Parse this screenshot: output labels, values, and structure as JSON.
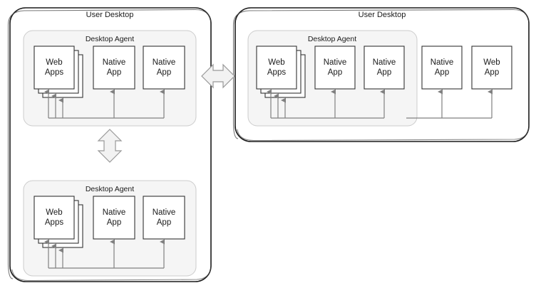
{
  "diagram": {
    "title_text": "User Desktop",
    "agent_text": "Desktop Agent",
    "colors": {
      "outer_border": "#1a1a1a",
      "agent_fill": "#f5f5f5",
      "agent_border": "#cccccc",
      "app_border": "#333333",
      "app_fill": "#ffffff",
      "arrow_stroke": "#808080",
      "connector_fill": "#f2f2f2",
      "connector_stroke": "#999999",
      "text": "#1a1a1a",
      "background": "#ffffff"
    },
    "panels": [
      {
        "id": "left-user-desktop",
        "title": "User Desktop",
        "agents": [
          {
            "id": "left-top-agent",
            "title": "Desktop Agent",
            "apps": [
              {
                "id": "web-apps-stack",
                "label_line1": "Web",
                "label_line2": "Apps",
                "stacked": true,
                "stack_count": 3
              },
              {
                "id": "native-app-1",
                "label_line1": "Native",
                "label_line2": "App",
                "stacked": false,
                "stack_count": 1
              },
              {
                "id": "native-app-2",
                "label_line1": "Native",
                "label_line2": "App",
                "stacked": false,
                "stack_count": 1
              }
            ]
          },
          {
            "id": "left-bottom-agent",
            "title": "Desktop Agent",
            "apps": [
              {
                "id": "web-apps-stack",
                "label_line1": "Web",
                "label_line2": "Apps",
                "stacked": true,
                "stack_count": 3
              },
              {
                "id": "native-app-1",
                "label_line1": "Native",
                "label_line2": "App",
                "stacked": false,
                "stack_count": 1
              },
              {
                "id": "native-app-2",
                "label_line1": "Native",
                "label_line2": "App",
                "stacked": false,
                "stack_count": 1
              }
            ]
          }
        ],
        "external_apps": []
      },
      {
        "id": "right-user-desktop",
        "title": "User Desktop",
        "agents": [
          {
            "id": "right-agent",
            "title": "Desktop Agent",
            "apps": [
              {
                "id": "web-apps-stack",
                "label_line1": "Web",
                "label_line2": "Apps",
                "stacked": true,
                "stack_count": 3
              },
              {
                "id": "native-app-1",
                "label_line1": "Native",
                "label_line2": "App",
                "stacked": false,
                "stack_count": 1
              },
              {
                "id": "native-app-2",
                "label_line1": "Native",
                "label_line2": "App",
                "stacked": false,
                "stack_count": 1
              }
            ]
          }
        ],
        "external_apps": [
          {
            "id": "external-native-app",
            "label_line1": "Native",
            "label_line2": "App"
          },
          {
            "id": "external-web-app",
            "label_line1": "Web",
            "label_line2": "App"
          }
        ]
      }
    ],
    "connectors": [
      {
        "id": "horizontal-bidirectional-connector",
        "orientation": "horizontal",
        "from": "left-user-desktop",
        "to": "right-user-desktop"
      },
      {
        "id": "vertical-bidirectional-connector",
        "orientation": "vertical",
        "from": "left-top-agent",
        "to": "left-bottom-agent"
      }
    ]
  },
  "labels": {
    "left_panel_title": "User Desktop",
    "right_panel_title": "User Desktop",
    "left_top_agent_title": "Desktop Agent",
    "left_bottom_agent_title": "Desktop Agent",
    "right_agent_title": "Desktop Agent",
    "lt_app0_l1": "Web",
    "lt_app0_l2": "Apps",
    "lt_app1_l1": "Native",
    "lt_app1_l2": "App",
    "lt_app2_l1": "Native",
    "lt_app2_l2": "App",
    "lb_app0_l1": "Web",
    "lb_app0_l2": "Apps",
    "lb_app1_l1": "Native",
    "lb_app1_l2": "App",
    "lb_app2_l1": "Native",
    "lb_app2_l2": "App",
    "r_app0_l1": "Web",
    "r_app0_l2": "Apps",
    "r_app1_l1": "Native",
    "r_app1_l2": "App",
    "r_app2_l1": "Native",
    "r_app2_l2": "App",
    "r_ext0_l1": "Native",
    "r_ext0_l2": "App",
    "r_ext1_l1": "Web",
    "r_ext1_l2": "App"
  }
}
